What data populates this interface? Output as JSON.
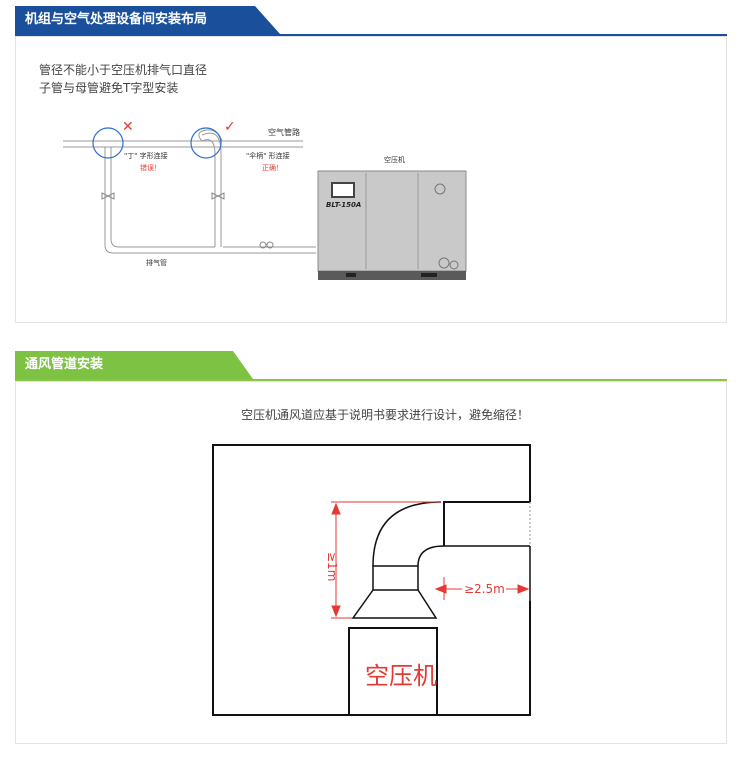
{
  "sections": [
    {
      "title": "机组与空气处理设备间安装布局",
      "notes": [
        "管径不能小于空压机排气口直径",
        "子管与母管避免T字型安装"
      ],
      "diagram": {
        "air_pipe": "空气管路",
        "t_joint": "\"丁\" 字形连接",
        "wrong": "错误！",
        "umbrella_joint": "\"伞柄\" 形连接",
        "right": "正确！",
        "exhaust_pipe": "排气管",
        "compressor": "空压机",
        "model": "BLT-150A",
        "wrong_mark": "✕",
        "right_mark": "✓"
      }
    },
    {
      "title": "通风管道安装",
      "note": "空压机通风道应基于说明书要求进行设计，避免缩径！",
      "diagram": {
        "height_dim": "≥1m",
        "width_dim": "≥2.5m",
        "compressor": "空压机"
      }
    }
  ],
  "colors": {
    "header1": "#1a4f9c",
    "header2": "#7dc242",
    "annotation_red": "#e53935",
    "circle_blue": "#2f6fd1"
  }
}
